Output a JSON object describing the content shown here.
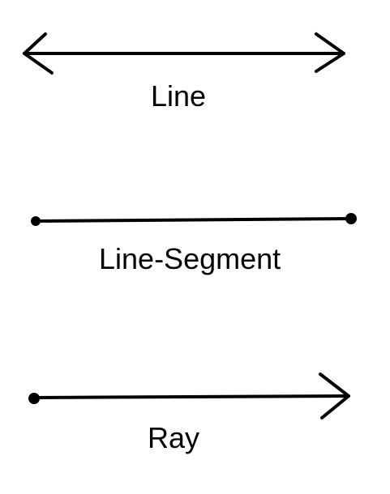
{
  "diagram": {
    "items": [
      {
        "id": "line",
        "label": "Line",
        "ends": [
          "arrow",
          "arrow"
        ]
      },
      {
        "id": "segment",
        "label": "Line-Segment",
        "ends": [
          "point",
          "point"
        ]
      },
      {
        "id": "ray",
        "label": "Ray",
        "ends": [
          "point",
          "arrow"
        ]
      }
    ],
    "colors": {
      "ink": "#000000",
      "background": "#ffffff"
    }
  }
}
